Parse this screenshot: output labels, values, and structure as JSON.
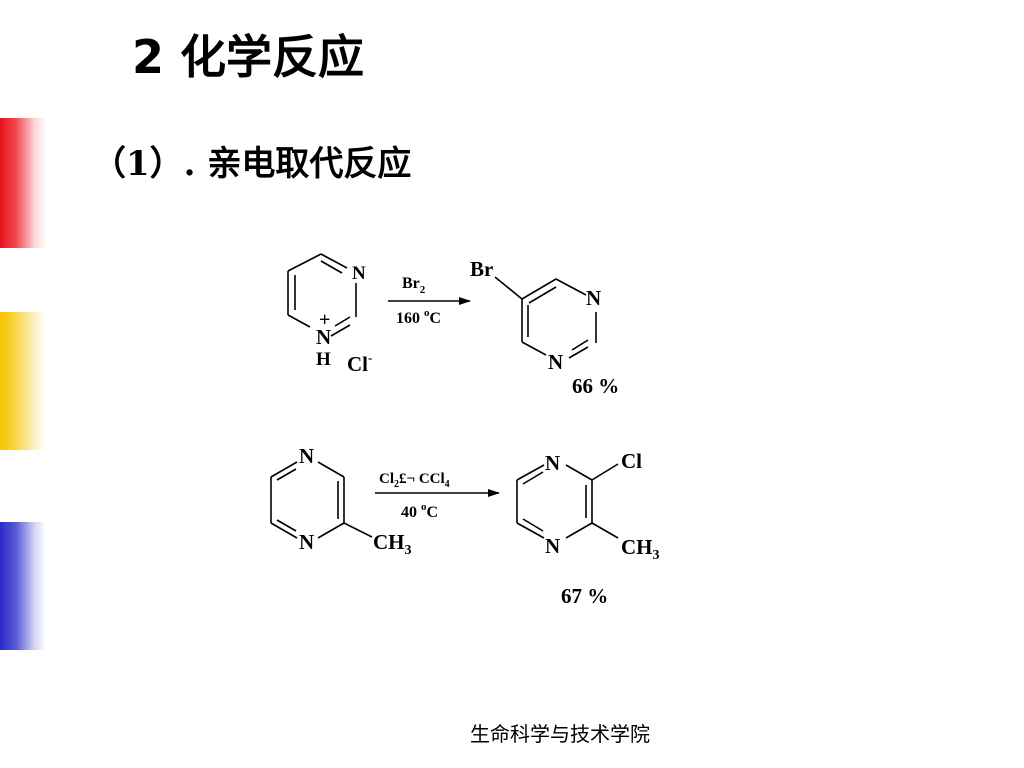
{
  "slide": {
    "title": "2  化学反应",
    "subtitle": "（1）.  亲电取代反应",
    "footer": "生命科学与技术学院",
    "accent_colors": {
      "red": "#e8101a",
      "yellow": "#f6c400",
      "blue": "#2a2ac8"
    }
  },
  "reaction1": {
    "reactant": {
      "n_top": "N",
      "n_bottom": "N",
      "plus": "+",
      "h": "H",
      "counterion": "Cl",
      "counterion_charge": "-"
    },
    "reagent": {
      "main": "Br",
      "main_sub": "2"
    },
    "condition": {
      "main": "160 ",
      "sup": "o",
      "unit": "C"
    },
    "product": {
      "substituent": "Br",
      "n_top": "N",
      "n_bottom": "N"
    },
    "yield": "66 %"
  },
  "reaction2": {
    "reactant": {
      "n_top": "N",
      "n_bottom": "N",
      "substituent_main": "CH",
      "substituent_sub": "3"
    },
    "reagent": {
      "part1": "Cl",
      "part1_sub": "2",
      "separator": "£¬",
      "part2": " CCl",
      "part2_sub": "4"
    },
    "condition": {
      "main": "40 ",
      "sup": "o",
      "unit": "C"
    },
    "product": {
      "n_top": "N",
      "n_bottom": "N",
      "sub1": "Cl",
      "sub2_main": "CH",
      "sub2_sub": "3"
    },
    "yield": "67 %"
  }
}
